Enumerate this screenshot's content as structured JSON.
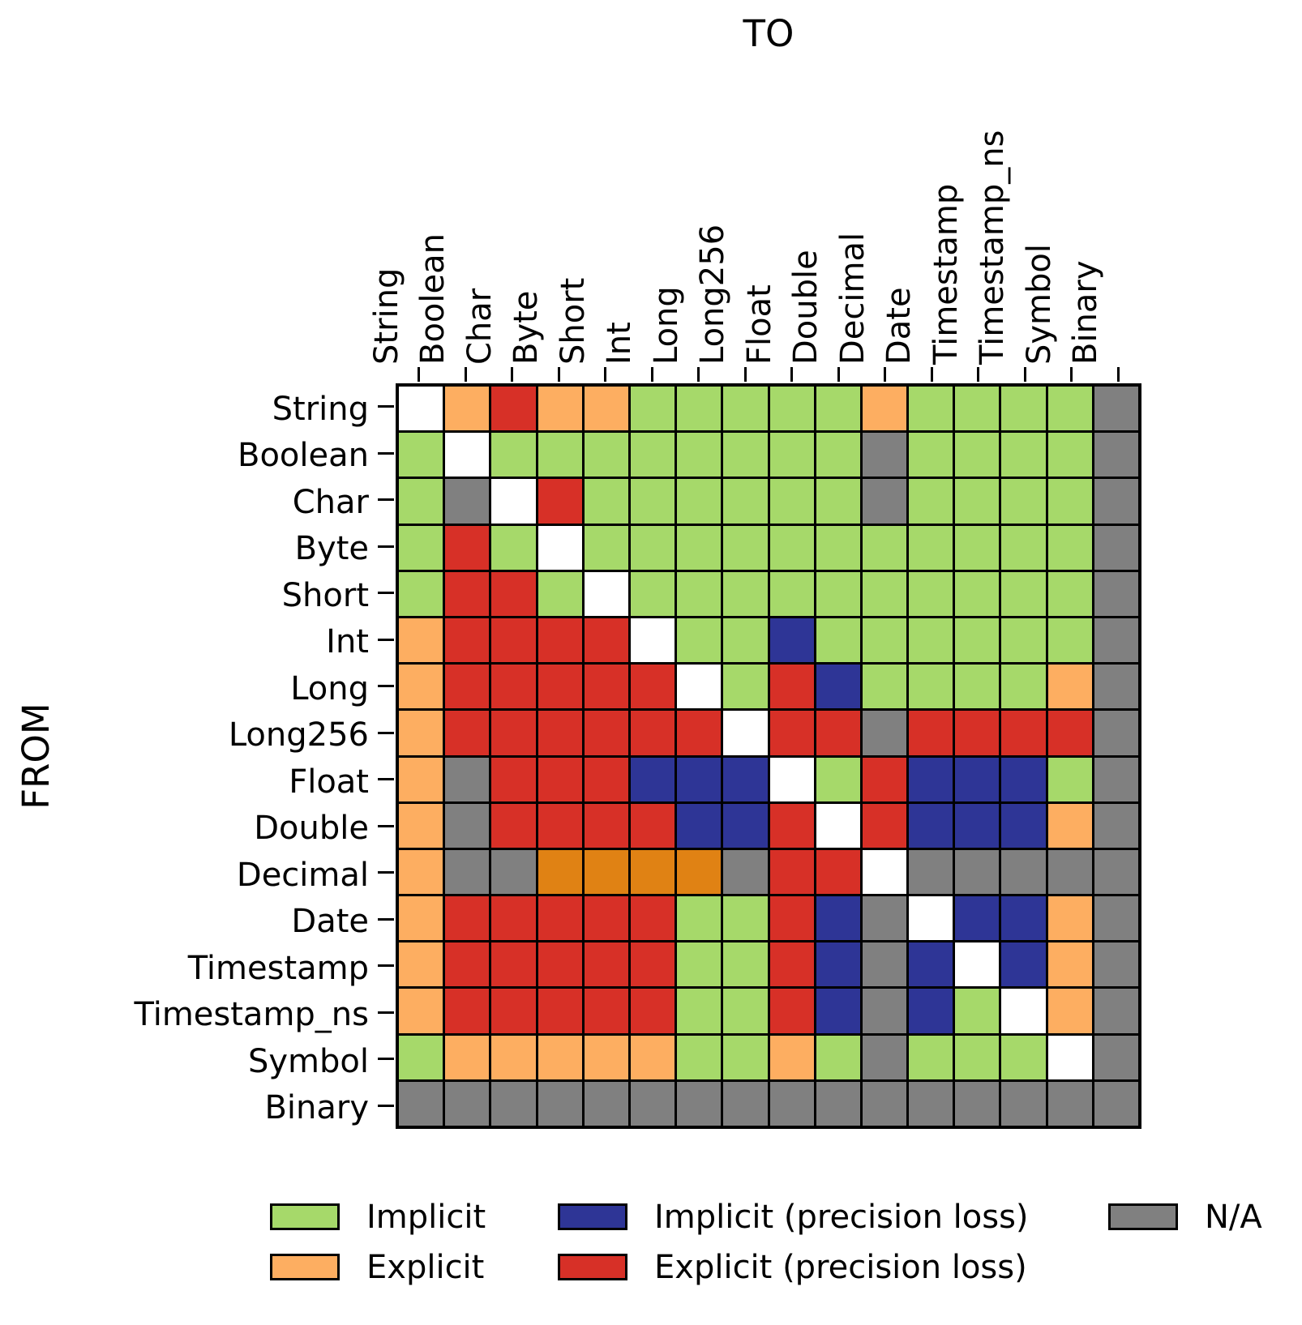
{
  "title": "TO",
  "y_axis_title": "FROM",
  "legend": {
    "items": [
      {
        "label": "Implicit",
        "code": "I",
        "color": "#a6d96a"
      },
      {
        "label": "Explicit",
        "code": "E",
        "color": "#fdae61"
      },
      {
        "label": "Implicit (precision loss)",
        "code": "IP",
        "color": "#2e3596"
      },
      {
        "label": "Explicit (precision loss)",
        "code": "EP",
        "color": "#d73027"
      },
      {
        "label": "N/A",
        "code": "NA",
        "color": "#808080"
      }
    ]
  },
  "chart_data": {
    "type": "heatmap",
    "x_axis_title": "TO",
    "y_axis_title": "FROM",
    "columns": [
      "String",
      "Boolean",
      "Char",
      "Byte",
      "Short",
      "Int",
      "Long",
      "Long256",
      "Float",
      "Double",
      "Decimal",
      "Date",
      "Timestamp",
      "Timestamp_ns",
      "Symbol",
      "Binary"
    ],
    "rows": [
      "String",
      "Boolean",
      "Char",
      "Byte",
      "Short",
      "Int",
      "Long",
      "Long256",
      "Float",
      "Double",
      "Decimal",
      "Date",
      "Timestamp",
      "Timestamp_ns",
      "Symbol",
      "Binary"
    ],
    "palette": {
      "I": {
        "color": "#a6d96a",
        "meaning": "Implicit"
      },
      "E": {
        "color": "#fdae61",
        "meaning": "Explicit"
      },
      "IP": {
        "color": "#2e3596",
        "meaning": "Implicit (precision loss)"
      },
      "EP": {
        "color": "#d73027",
        "meaning": "Explicit (precision loss)"
      },
      "ED": {
        "color": "#e08214",
        "meaning": "Explicit (dark orange, unlabeled in legend)"
      },
      "NA": {
        "color": "#808080",
        "meaning": "N/A"
      },
      "SELF": {
        "color": "#ffffff",
        "meaning": "Same type"
      }
    },
    "matrix": [
      [
        "SELF",
        "E",
        "EP",
        "E",
        "E",
        "I",
        "I",
        "I",
        "I",
        "I",
        "E",
        "I",
        "I",
        "I",
        "I",
        "NA"
      ],
      [
        "I",
        "SELF",
        "I",
        "I",
        "I",
        "I",
        "I",
        "I",
        "I",
        "I",
        "NA",
        "I",
        "I",
        "I",
        "I",
        "NA"
      ],
      [
        "I",
        "NA",
        "SELF",
        "EP",
        "I",
        "I",
        "I",
        "I",
        "I",
        "I",
        "NA",
        "I",
        "I",
        "I",
        "I",
        "NA"
      ],
      [
        "I",
        "EP",
        "I",
        "SELF",
        "I",
        "I",
        "I",
        "I",
        "I",
        "I",
        "I",
        "I",
        "I",
        "I",
        "I",
        "NA"
      ],
      [
        "I",
        "EP",
        "EP",
        "I",
        "SELF",
        "I",
        "I",
        "I",
        "I",
        "I",
        "I",
        "I",
        "I",
        "I",
        "I",
        "NA"
      ],
      [
        "E",
        "EP",
        "EP",
        "EP",
        "EP",
        "SELF",
        "I",
        "I",
        "IP",
        "I",
        "I",
        "I",
        "I",
        "I",
        "I",
        "NA"
      ],
      [
        "E",
        "EP",
        "EP",
        "EP",
        "EP",
        "EP",
        "SELF",
        "I",
        "EP",
        "IP",
        "I",
        "I",
        "I",
        "I",
        "E",
        "NA"
      ],
      [
        "E",
        "EP",
        "EP",
        "EP",
        "EP",
        "EP",
        "EP",
        "SELF",
        "EP",
        "EP",
        "NA",
        "EP",
        "EP",
        "EP",
        "EP",
        "NA"
      ],
      [
        "E",
        "NA",
        "EP",
        "EP",
        "EP",
        "IP",
        "IP",
        "IP",
        "SELF",
        "I",
        "EP",
        "IP",
        "IP",
        "IP",
        "I",
        "NA"
      ],
      [
        "E",
        "NA",
        "EP",
        "EP",
        "EP",
        "EP",
        "IP",
        "IP",
        "EP",
        "SELF",
        "EP",
        "IP",
        "IP",
        "IP",
        "E",
        "NA"
      ],
      [
        "E",
        "NA",
        "NA",
        "ED",
        "ED",
        "ED",
        "ED",
        "NA",
        "EP",
        "EP",
        "SELF",
        "NA",
        "NA",
        "NA",
        "NA",
        "NA"
      ],
      [
        "E",
        "EP",
        "EP",
        "EP",
        "EP",
        "EP",
        "I",
        "I",
        "EP",
        "IP",
        "NA",
        "SELF",
        "IP",
        "IP",
        "E",
        "NA"
      ],
      [
        "E",
        "EP",
        "EP",
        "EP",
        "EP",
        "EP",
        "I",
        "I",
        "EP",
        "IP",
        "NA",
        "IP",
        "SELF",
        "IP",
        "E",
        "NA"
      ],
      [
        "E",
        "EP",
        "EP",
        "EP",
        "EP",
        "EP",
        "I",
        "I",
        "EP",
        "IP",
        "NA",
        "IP",
        "I",
        "SELF",
        "E",
        "NA"
      ],
      [
        "I",
        "E",
        "E",
        "E",
        "E",
        "E",
        "I",
        "I",
        "E",
        "I",
        "NA",
        "I",
        "I",
        "I",
        "SELF",
        "NA"
      ],
      [
        "NA",
        "NA",
        "NA",
        "NA",
        "NA",
        "NA",
        "NA",
        "NA",
        "NA",
        "NA",
        "NA",
        "NA",
        "NA",
        "NA",
        "NA",
        "NA"
      ]
    ]
  }
}
